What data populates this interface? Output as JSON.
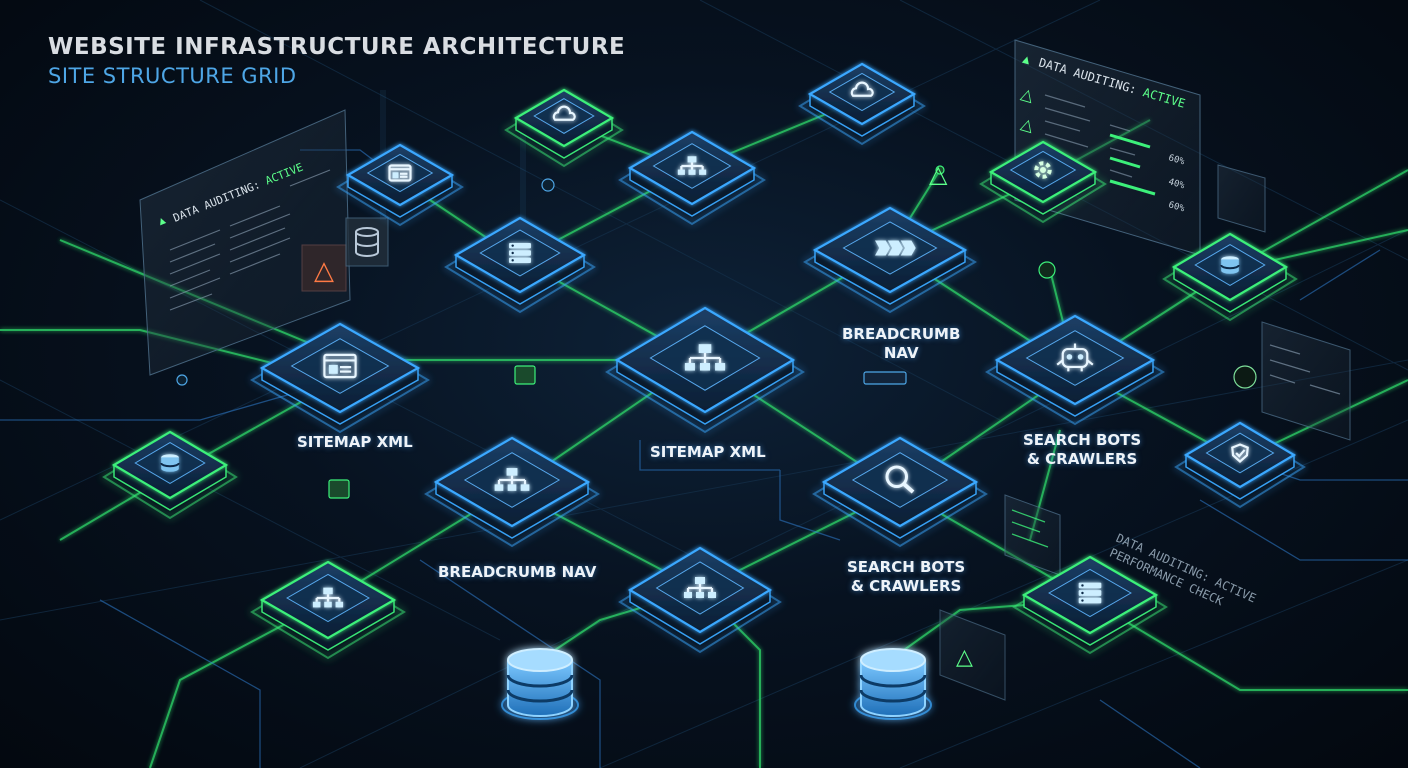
{
  "header": {
    "title": "WEBSITE INFRASTRUCTURE ARCHITECTURE",
    "subtitle": "SITE STRUCTURE GRID"
  },
  "labels": {
    "sitemap_left": "SITEMAP XML",
    "sitemap_center": "SITEMAP XML",
    "breadcrumb_top_1": "BREADCRUMB",
    "breadcrumb_top_2": "NAV",
    "breadcrumb_bottom": "BREADCRUMB NAV",
    "bots_right_1": "SEARCH BOTS",
    "bots_right_2": "& CRAWLERS",
    "bots_bottom_1": "SEARCH BOTS",
    "bots_bottom_2": "& CRAWLERS"
  },
  "panels": {
    "left_title_prefix": "DATA AUDITING: ",
    "left_title_status": "ACTIVE",
    "right_title_prefix": "DATA AUDITING: ",
    "right_title_status": "ACTIVE",
    "right_percent_1": "60%",
    "right_percent_2": "40%",
    "right_percent_3": "60%"
  },
  "status": {
    "line1": "DATA AUDITING: ACTIVE",
    "line2": "PERFORMANCE CHECK"
  },
  "colors": {
    "blue_glow": "#3aa8ff",
    "green_glow": "#3cf07a",
    "warning_orange": "#ff7a45",
    "warning_green": "#5cff8a"
  }
}
